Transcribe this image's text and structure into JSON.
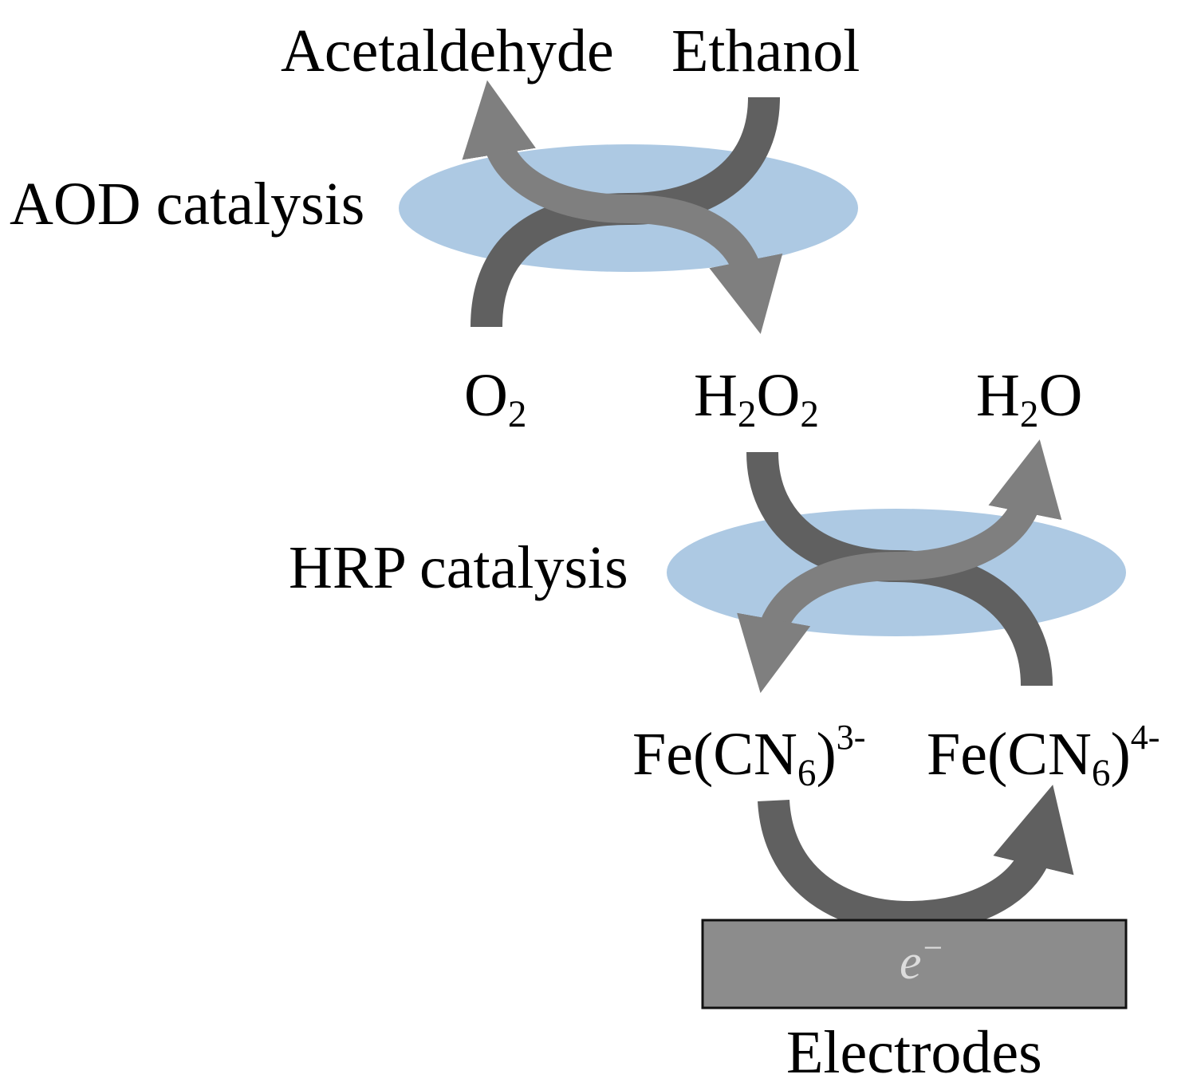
{
  "colors": {
    "background": "#ffffff",
    "ellipse_fill": "#adc9e3",
    "arrow_dark": "#606060",
    "arrow_light": "#7f7f7f",
    "electrode_fill": "#8c8c8c",
    "electrode_stroke": "#111111",
    "electron_text": "#dcdcdc",
    "text": "#000000"
  },
  "icons": {
    "aod_enzyme_ellipse": "ellipse-icon",
    "hrp_enzyme_ellipse": "ellipse-icon",
    "arrows": "curved-arrow-icon",
    "electrode": "rectangle-icon"
  },
  "labels": {
    "acetaldehyde": "Acetaldehyde",
    "ethanol": "Ethanol",
    "aod_catalysis": "AOD catalysis",
    "o2": {
      "base": "O",
      "sub": "2"
    },
    "h2o2": {
      "base1": "H",
      "sub1": "2",
      "base2": "O",
      "sub2": "2"
    },
    "h2o": {
      "base1": "H",
      "sub1": "2",
      "base2": "O"
    },
    "hrp_catalysis": "HRP catalysis",
    "ferricyanide": {
      "base": "Fe(CN",
      "sub": "6",
      "close": ")",
      "sup": "3-"
    },
    "ferrocyanide": {
      "base": "Fe(CN",
      "sub": "6",
      "close": ")",
      "sup": "4-"
    },
    "electron": {
      "symbol": "e",
      "charge": "−"
    },
    "electrodes": "Electrodes"
  }
}
